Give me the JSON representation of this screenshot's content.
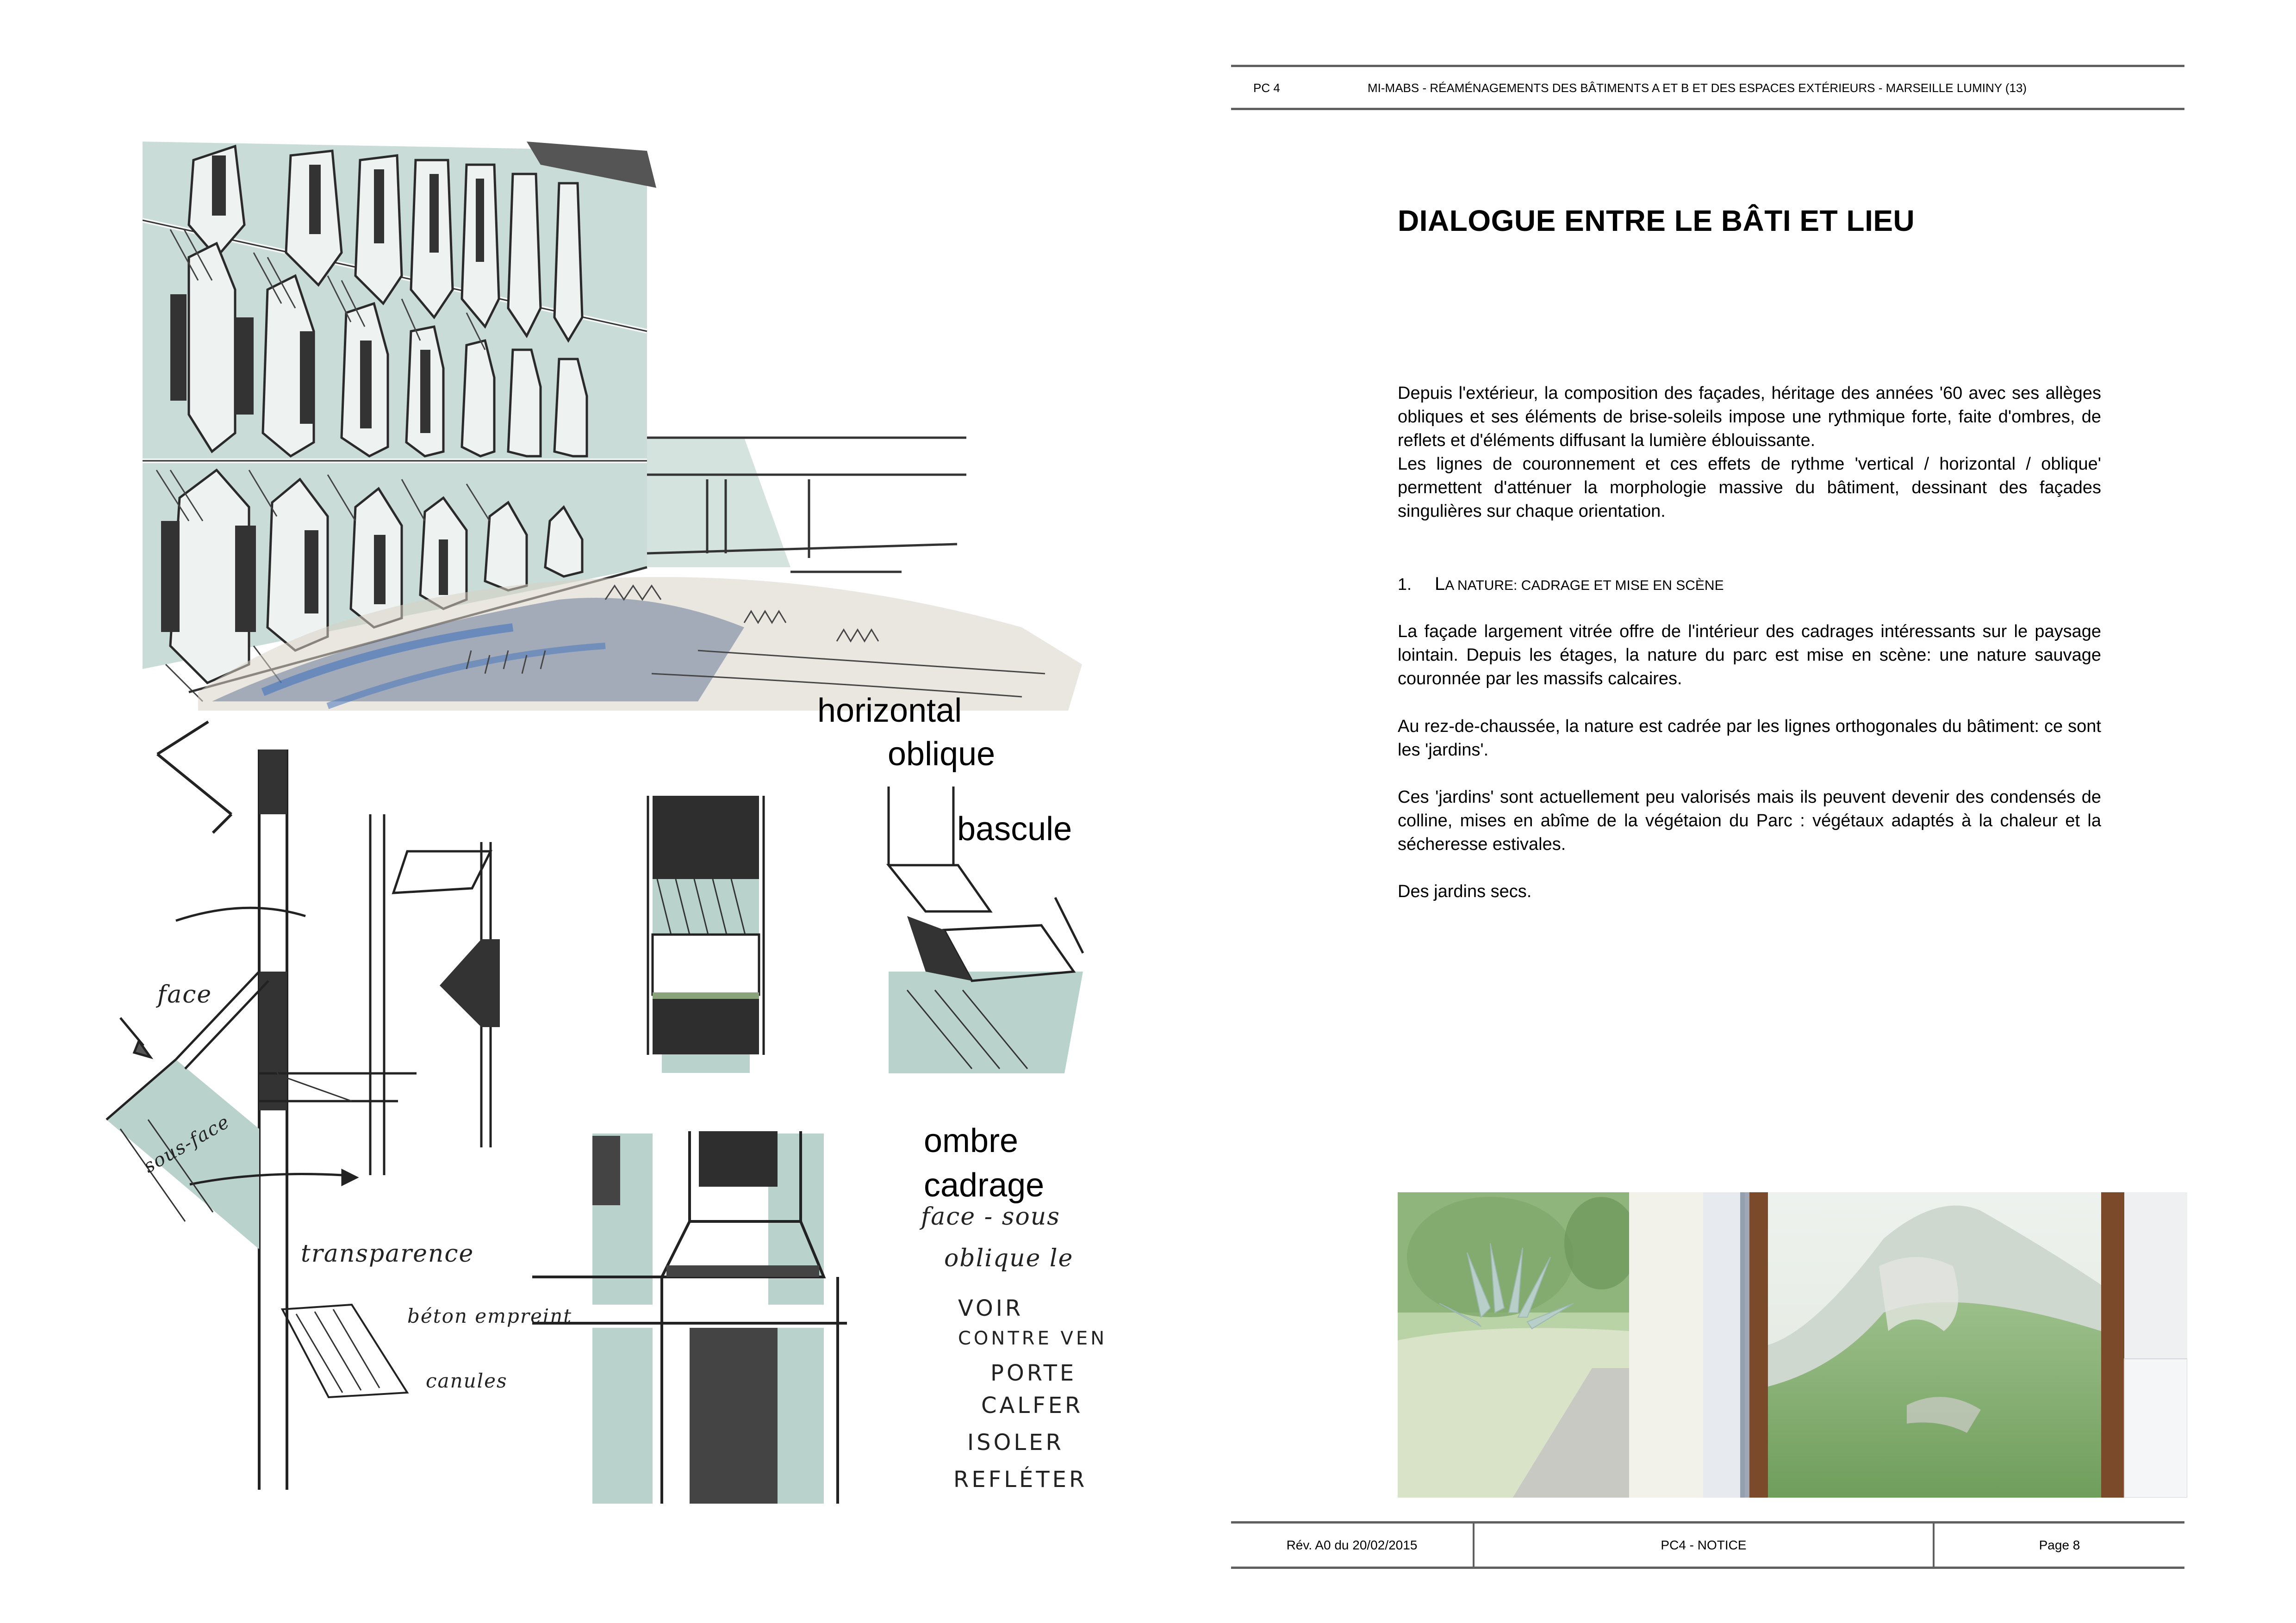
{
  "left_page": {
    "top_sketch": {
      "description": "Perspective sketch of building facade with oblique spandrels and dry garden",
      "colors": {
        "tint": "#c9dcd7",
        "ink": "#2a2a2a",
        "blue_plants": "#3d6fb5",
        "ground": "#d8d0c4"
      }
    },
    "labels": {
      "horizontal": "horizontal",
      "oblique": "oblique",
      "bascule": "bascule",
      "ombre": "ombre",
      "cadrage": "cadrage"
    },
    "handwritten": {
      "face": "face",
      "sous_face": "sous-face",
      "transparence": "transparence",
      "beton_empreint": "béton empreint",
      "canules": "canules",
      "face_sous": "face - sous",
      "oblique_le": "oblique le",
      "notes": [
        "VOIR",
        "CONTRE VEN",
        "PORTE",
        "CALFER",
        "ISOLER",
        "REFLÉTER"
      ]
    }
  },
  "right_page": {
    "header": {
      "code": "PC 4",
      "project": "MI-MABS - RÉAMÉNAGEMENTS DES BÂTIMENTS A ET B ET DES ESPACES EXTÉRIEURS - MARSEILLE LUMINY (13)"
    },
    "title": "DIALOGUE ENTRE LE BÂTI ET LIEU",
    "intro": {
      "p1": "Depuis l'extérieur, la composition des façades, héritage des années '60 avec ses allèges obliques et ses éléments de brise-soleils impose une rythmique forte, faite d'ombres, de reflets et d'éléments diffusant la lumière éblouissante.",
      "p2": "Les lignes de couronnement et ces effets de rythme 'vertical / horizontal / oblique' permettent d'atténuer la morphologie massive du bâtiment, dessinant des façades singulières sur chaque orientation."
    },
    "section": {
      "number": "1.",
      "first_letter": "L",
      "rest": "a nature: cadrage et mise en scène"
    },
    "paragraphs": [
      "La façade largement vitrée offre de l'intérieur des cadrages intéressants sur le paysage lointain. Depuis les étages, la  nature du parc est mise en scène: une nature sauvage couronnée par les massifs calcaires.",
      "Au rez-de-chaussée, la nature est cadrée par les lignes orthogonales du bâtiment: ce sont les 'jardins'.",
      "Ces 'jardins' sont actuellement peu valorisés mais ils peuvent devenir des condensés de colline, mises en abîme de la végétaion du Parc : végétaux adaptés à la chaleur et la sécheresse estivales.",
      "Des jardins secs."
    ],
    "photo": {
      "description": "View through a window frame onto a garden with agave and a limestone mountain",
      "colors": {
        "sky": "#eef2ee",
        "forest": "#7aa86a",
        "mountain_rock": "#d9ddd6",
        "frame": "#7a4a2a",
        "wall": "#f2f1ea"
      }
    },
    "footer": {
      "revision": "Rév. A0 du 20/02/2015",
      "document": "PC4 - NOTICE",
      "page": "Page 8"
    },
    "colors": {
      "rule": "#606060"
    }
  }
}
